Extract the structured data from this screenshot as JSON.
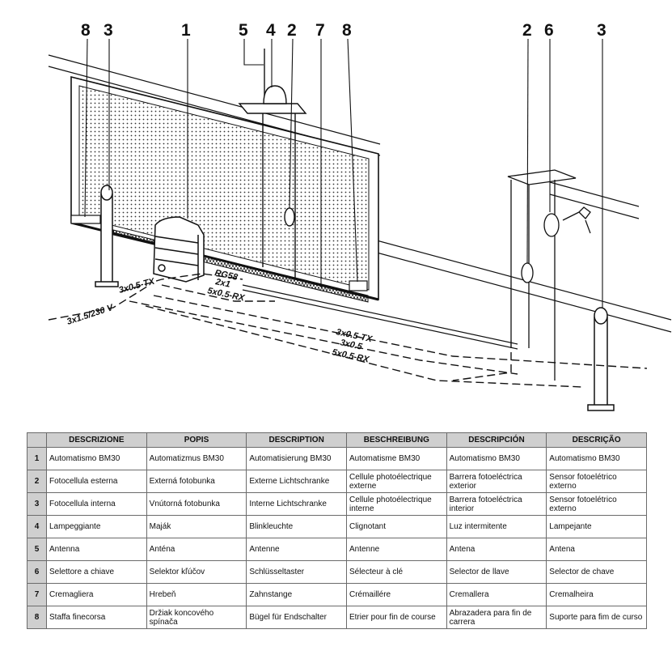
{
  "callouts": [
    {
      "id": "c8a",
      "label": "8"
    },
    {
      "id": "c3a",
      "label": "3"
    },
    {
      "id": "c1",
      "label": "1"
    },
    {
      "id": "c5",
      "label": "5"
    },
    {
      "id": "c4",
      "label": "4"
    },
    {
      "id": "c2a",
      "label": "2"
    },
    {
      "id": "c7",
      "label": "7"
    },
    {
      "id": "c8b",
      "label": "8"
    },
    {
      "id": "c2b",
      "label": "2"
    },
    {
      "id": "c6",
      "label": "6"
    },
    {
      "id": "c3b",
      "label": "3"
    }
  ],
  "cables": {
    "power": "3x1.5/230 V",
    "photocell_tx_left": "3x0.5-TX",
    "rg58": "RG58",
    "lamp": "2x1",
    "photocell_rx_left": "5x0.5-RX",
    "photocell_tx_right": "3x0.5-TX",
    "selector": "3x0.5",
    "photocell_rx_right": "5x0.5-RX"
  },
  "legend": {
    "headers": [
      "",
      "DESCRIZIONE",
      "POPIS",
      "DESCRIPTION",
      "BESCHREIBUNG",
      "DESCRIPCIÓN",
      "DESCRIÇÃO"
    ],
    "rows": [
      [
        "1",
        "Automatismo BM30",
        "Automatizmus BM30",
        "Automatisierung BM30",
        "Automatisme BM30",
        "Automatismo BM30",
        "Automatismo BM30"
      ],
      [
        "2",
        "Fotocellula esterna",
        "Externá fotobunka",
        "Externe Lichtschranke",
        "Cellule photoélectrique externe",
        "Barrera fotoeléctrica exterior",
        "Sensor fotoelétrico externo"
      ],
      [
        "3",
        "Fotocellula interna",
        "Vnútorná fotobunka",
        "Interne Lichtschranke",
        "Cellule photoélectrique interne",
        "Barrera fotoeléctrica interior",
        "Sensor fotoelétrico externo"
      ],
      [
        "4",
        "Lampeggiante",
        "Maják",
        "Blinkleuchte",
        "Clignotant",
        "Luz intermitente",
        "Lampejante"
      ],
      [
        "5",
        "Antenna",
        "Anténa",
        "Antenne",
        "Antenne",
        "Antena",
        "Antena"
      ],
      [
        "6",
        "Selettore a chiave",
        "Selektor kľúčov",
        "Schlüsseltaster",
        "Sélecteur à clé",
        "Selector de llave",
        "Selector de chave"
      ],
      [
        "7",
        "Cremagliera",
        "Hrebeň",
        "Zahnstange",
        "Crémaillére",
        "Cremallera",
        "Cremalheira"
      ],
      [
        "8",
        "Staffa finecorsa",
        "Držiak koncového spínača",
        "Bügel für Endschalter",
        "Etrier pour fin de course",
        "Abrazadera para fin de carrera",
        "Suporte para fim de curso"
      ]
    ]
  }
}
